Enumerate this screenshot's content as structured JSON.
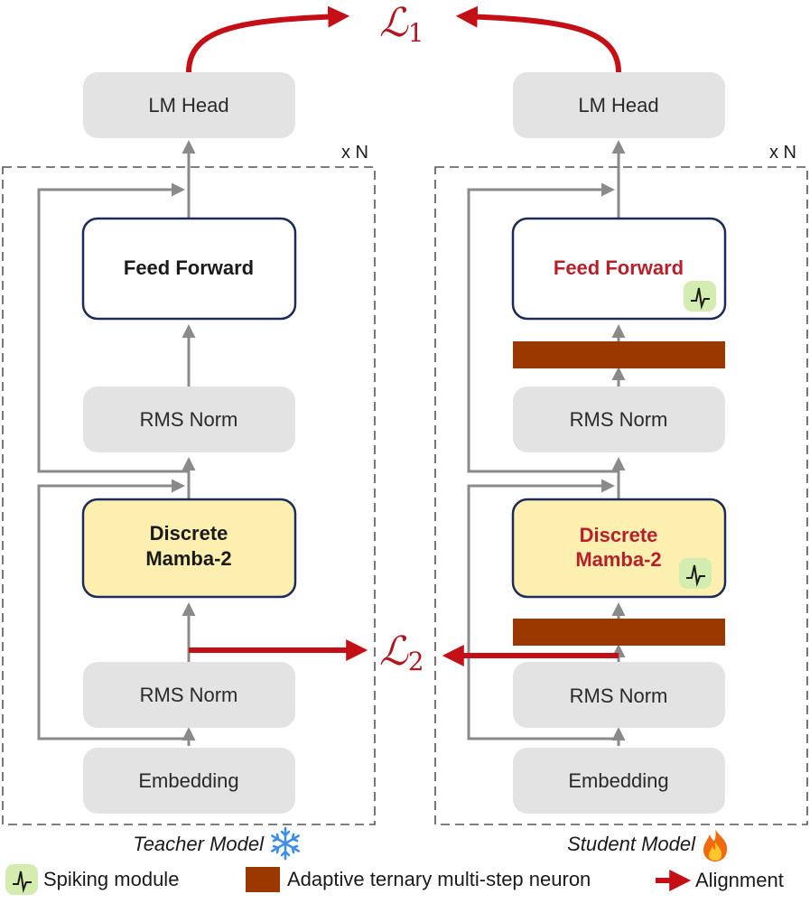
{
  "losses": {
    "l1_symbol": "ℒ",
    "l1_sub": "1",
    "l2_symbol": "ℒ",
    "l2_sub": "2"
  },
  "teacher": {
    "caption": "Teacher Model",
    "repeat": "x N",
    "lm_head": "LM Head",
    "feed_forward": "Feed Forward",
    "rms_norm_top": "RMS Norm",
    "mamba_line1": "Discrete",
    "mamba_line2": "Mamba-2",
    "rms_norm_bottom": "RMS Norm",
    "embedding": "Embedding",
    "badge_icon": "snowflake-icon"
  },
  "student": {
    "caption": "Student Model",
    "repeat": "x N",
    "lm_head": "LM Head",
    "feed_forward": "Feed Forward",
    "rms_norm_top": "RMS Norm",
    "mamba_line1": "Discrete",
    "mamba_line2": "Mamba-2",
    "rms_norm_bottom": "RMS Norm",
    "embedding": "Embedding",
    "badge_icon": "fire-icon"
  },
  "legend": {
    "spiking": "Spiking module",
    "neuron": "Adaptive ternary multi-step neuron",
    "alignment": "Alignment"
  },
  "colors": {
    "gray_box": "#e3e3e3",
    "mamba_fill": "#fcefb0",
    "neuron_bar": "#9b3800",
    "alignment_red": "#c40f16",
    "spike_badge": "#d4ecb0",
    "arrow_gray": "#8a8a8a"
  }
}
